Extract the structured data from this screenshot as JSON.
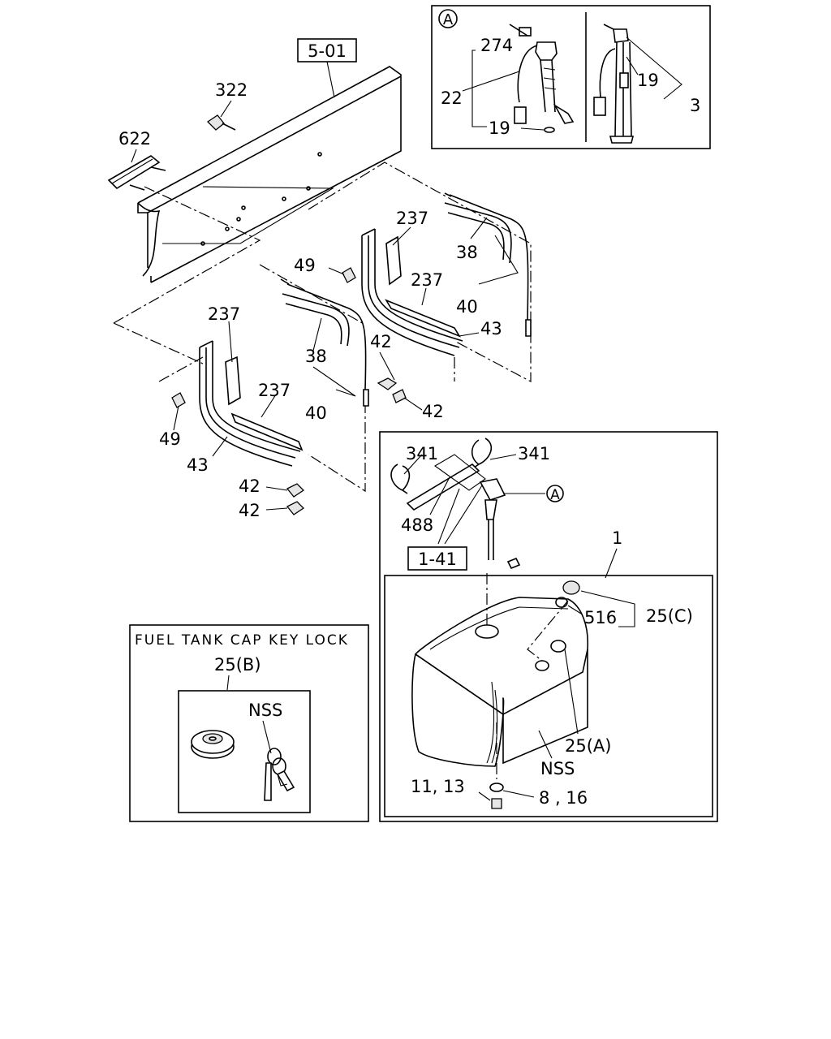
{
  "references": {
    "frame": "5-01",
    "harness": "1-41"
  },
  "detail_a": {
    "marker": "A",
    "labels": {
      "p274": "274",
      "p22": "22",
      "p19_left": "19",
      "p19_right": "19",
      "p3": "3"
    }
  },
  "brackets": {
    "labels": {
      "p322": "322",
      "p622": "622",
      "p237_a": "237",
      "p237_b": "237",
      "p237_c": "237",
      "p237_d": "237",
      "p38_a": "38",
      "p38_b": "38",
      "p40_a": "40",
      "p40_b": "40",
      "p43_a": "43",
      "p43_b": "43",
      "p49_a": "49",
      "p49_b": "49",
      "p42_a": "42",
      "p42_b": "42",
      "p42_c": "42",
      "p42_d": "42"
    }
  },
  "key_lock": {
    "title": "FUEL TANK CAP KEY LOCK",
    "part": "25(B)",
    "nss": "NSS"
  },
  "tank": {
    "labels": {
      "p341_a": "341",
      "p341_b": "341",
      "p488": "488",
      "marker_a": "A",
      "p1": "1",
      "p516": "516",
      "p25c": "25(C)",
      "p25a": "25(A)",
      "nss": "NSS",
      "p11_13": "11, 13",
      "p8_16": "8 , 16"
    }
  }
}
